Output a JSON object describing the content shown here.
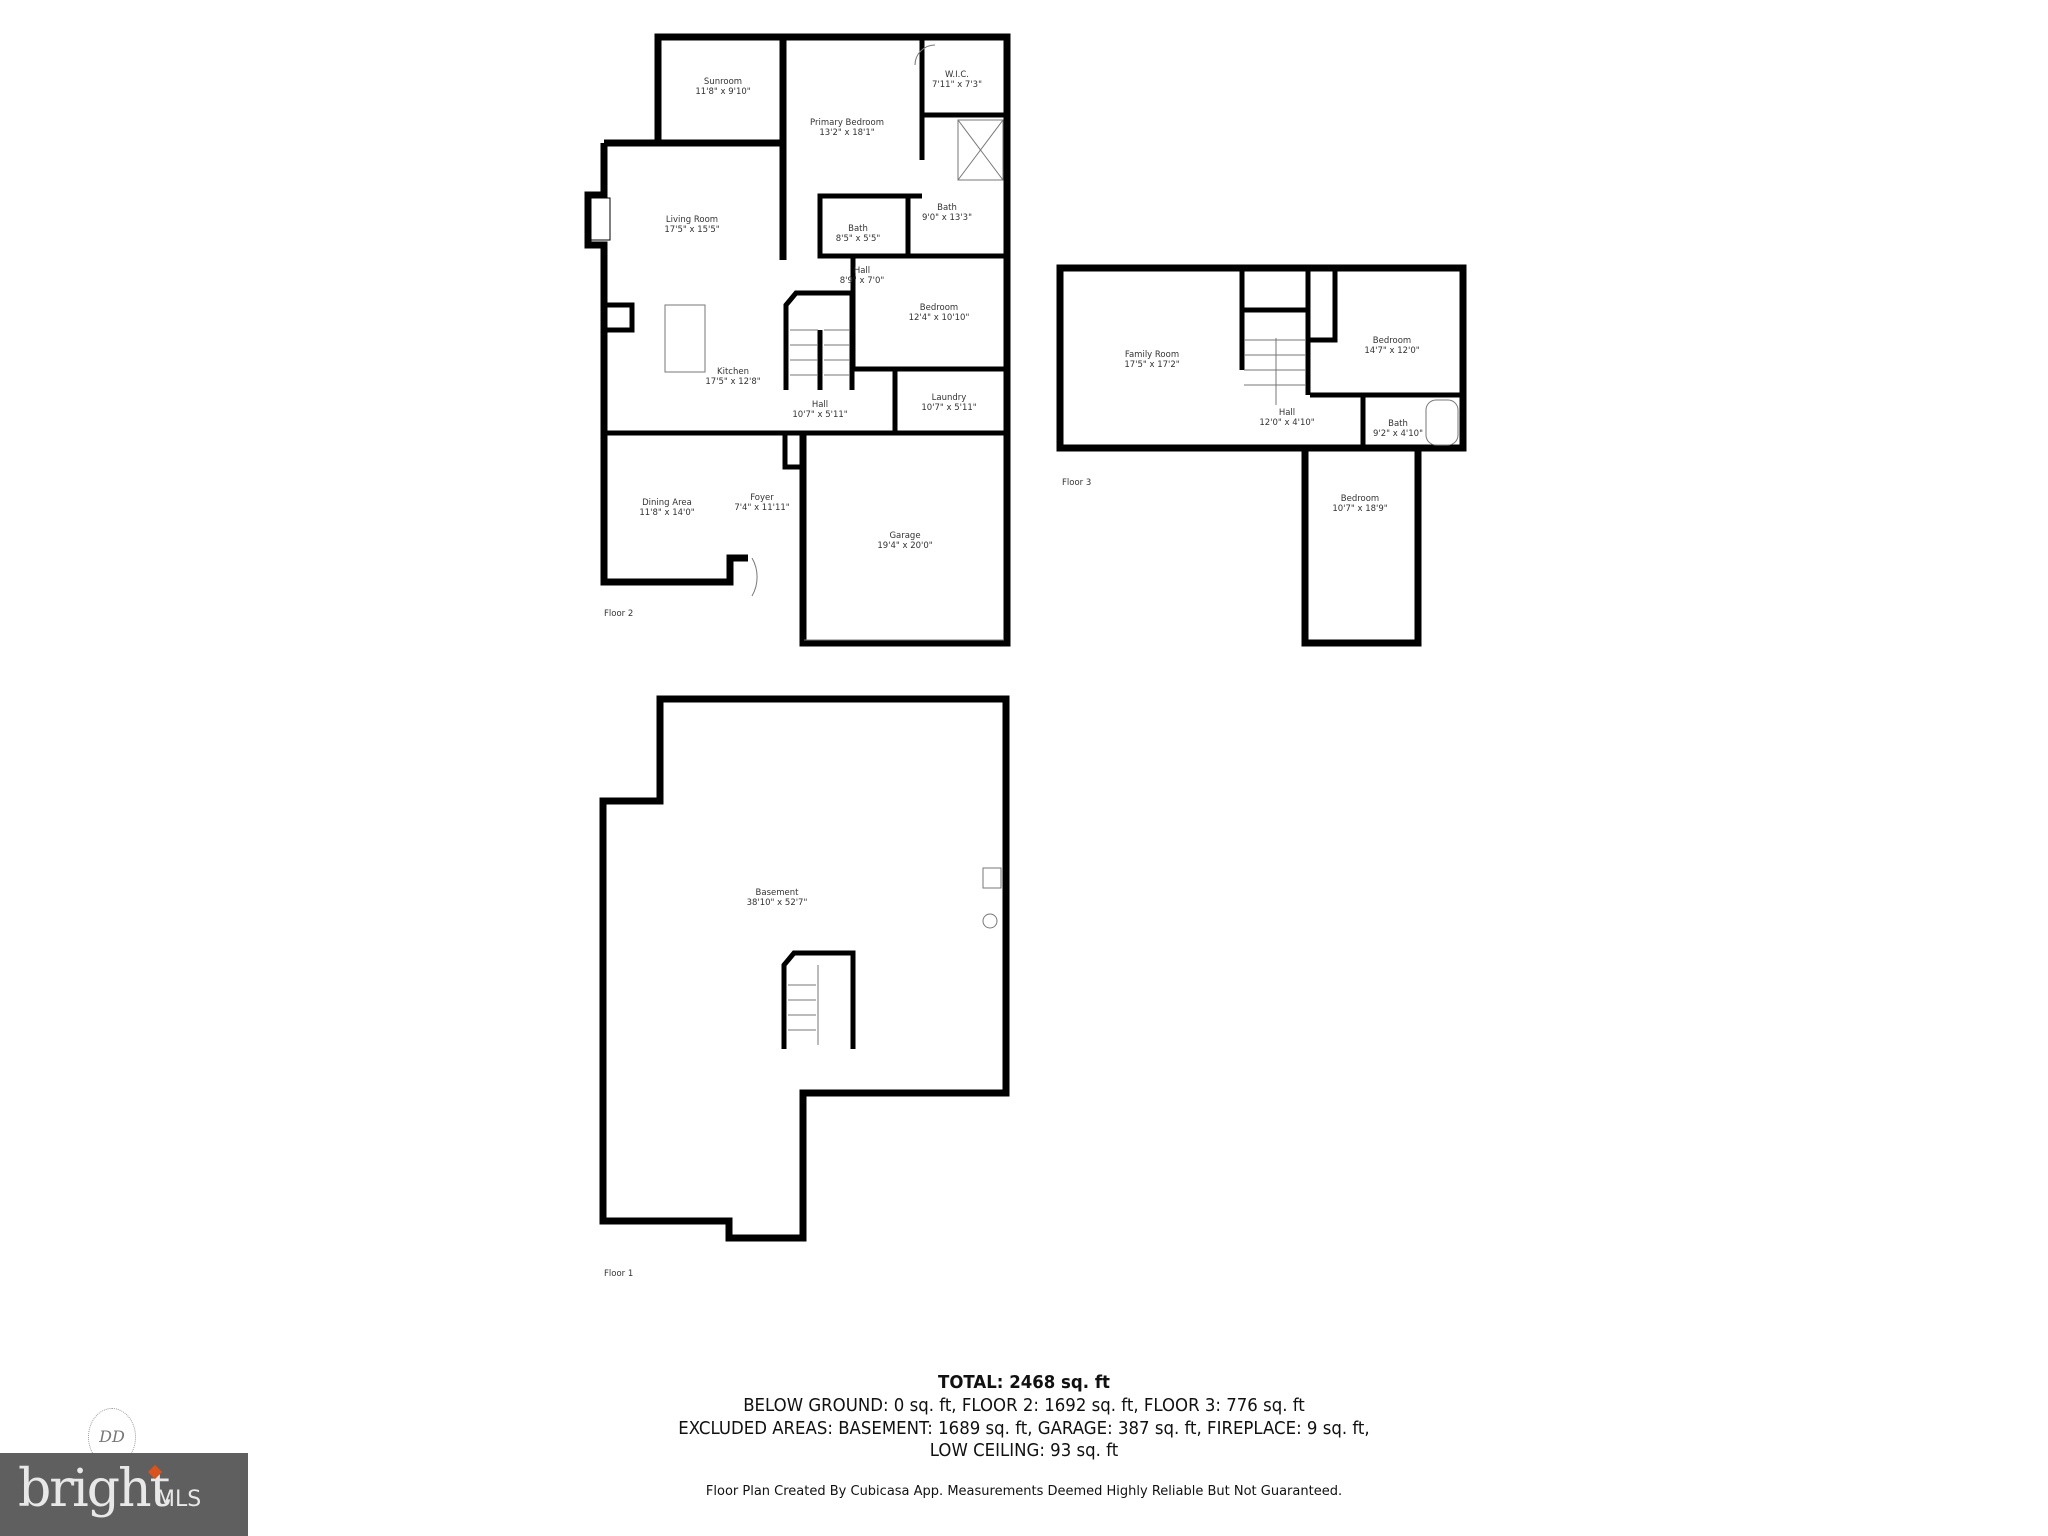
{
  "floors": [
    {
      "label": "Floor 2",
      "rooms": [
        {
          "name": "Sunroom",
          "dims": "11'8\" x 9'10\""
        },
        {
          "name": "Primary Bedroom",
          "dims": "13'2\" x 18'1\""
        },
        {
          "name": "W.I.C.",
          "dims": "7'11\" x 7'3\""
        },
        {
          "name": "Living Room",
          "dims": "17'5\" x 15'5\""
        },
        {
          "name": "Bath",
          "dims": "8'5\" x 5'5\""
        },
        {
          "name": "Bath",
          "dims": "9'0\" x 13'3\""
        },
        {
          "name": "Hall",
          "dims": "8'9\" x 7'0\""
        },
        {
          "name": "Bedroom",
          "dims": "12'4\" x 10'10\""
        },
        {
          "name": "Kitchen",
          "dims": "17'5\" x 12'8\""
        },
        {
          "name": "Hall",
          "dims": "10'7\" x 5'11\""
        },
        {
          "name": "Laundry",
          "dims": "10'7\" x 5'11\""
        },
        {
          "name": "Dining Area",
          "dims": "11'8\" x 14'0\""
        },
        {
          "name": "Foyer",
          "dims": "7'4\" x 11'11\""
        },
        {
          "name": "Garage",
          "dims": "19'4\" x 20'0\""
        }
      ]
    },
    {
      "label": "Floor 3",
      "rooms": [
        {
          "name": "Family Room",
          "dims": "17'5\" x 17'2\""
        },
        {
          "name": "Bedroom",
          "dims": "14'7\" x 12'0\""
        },
        {
          "name": "Hall",
          "dims": "12'0\" x 4'10\""
        },
        {
          "name": "Bath",
          "dims": "9'2\" x 4'10\""
        },
        {
          "name": "Bedroom",
          "dims": "10'7\" x 18'9\""
        }
      ]
    },
    {
      "label": "Floor 1",
      "rooms": [
        {
          "name": "Basement",
          "dims": "38'10\" x 52'7\""
        }
      ]
    }
  ],
  "summary": {
    "total": "TOTAL: 2468 sq. ft",
    "line1": "BELOW GROUND: 0 sq. ft, FLOOR 2: 1692 sq. ft, FLOOR 3: 776 sq. ft",
    "line2": "EXCLUDED AREAS: BASEMENT: 1689 sq. ft, GARAGE: 387 sq. ft, FIREPLACE: 9 sq. ft,",
    "line3": "LOW CEILING: 93 sq. ft",
    "footer": "Floor Plan Created By Cubicasa App. Measurements Deemed Highly Reliable But Not Guaranteed."
  },
  "logo": {
    "brand": "bright",
    "suffix": "MLS",
    "monogram": "DD",
    "accent": "#d9531e",
    "box_color": "#5f5f5f"
  }
}
